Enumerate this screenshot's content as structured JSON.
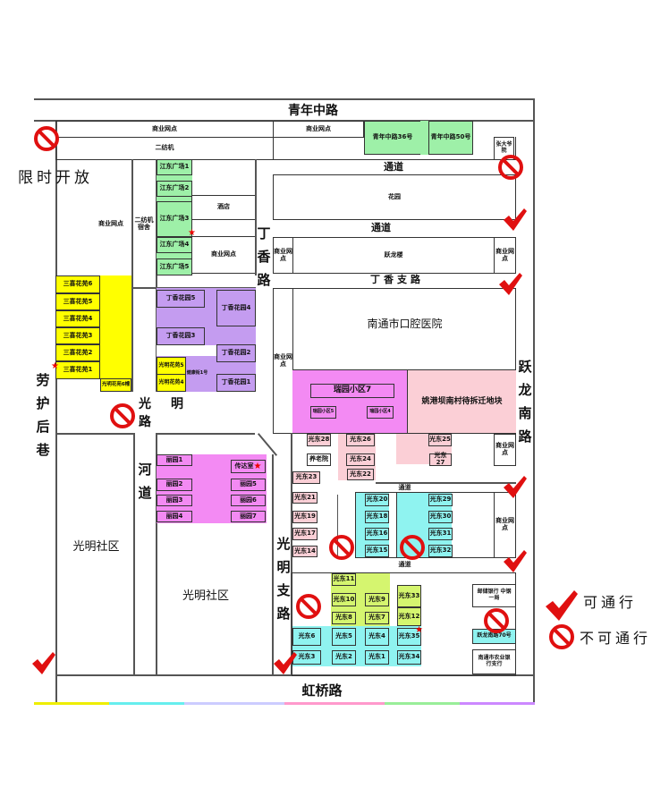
{
  "roads": {
    "north": "青年中路",
    "south": "虹桥路",
    "east": "跃龙南路",
    "west": "劳护后巷",
    "dingxiang": "丁香路",
    "dingxiang_branch": "丁香支路",
    "guangming": "光明路",
    "guangming_branch": "光明支路",
    "river": "河道",
    "passage": "通道"
  },
  "note_time_limited": "限时开放",
  "north_strip": {
    "shop1": "商业网点",
    "shop2": "商业网点",
    "erfangji": "二纺机",
    "qn36": "青年中路36号",
    "qn50": "青年中路50号",
    "zhangdaye": "张大爷院"
  },
  "northwest": {
    "shop": "商业网点",
    "dorm": "二纺机宿舍",
    "jd": [
      "江东广场1",
      "江东广场2",
      "江东广场3",
      "江东广场4",
      "江东广场5"
    ],
    "hotel": "酒店",
    "shop2": "商业网点"
  },
  "sanxi": [
    "三喜花苑6",
    "三喜花苑5",
    "三喜花苑4",
    "三喜花苑3",
    "三喜花苑2",
    "三喜花苑1"
  ],
  "gm6": "光明花苑6幢",
  "dingxiang_garden": [
    "丁香花园5",
    "丁香花园4",
    "丁香花园3",
    "丁香花园2",
    "丁香花园1"
  ],
  "gm5": "光明花苑5",
  "gm4": "光明花苑4",
  "jiankang": "健康街1号",
  "east": {
    "garden": "花园",
    "shop": "商业网点",
    "yuelong": "跃龙楼",
    "hospital": "南通市口腔医院",
    "ry7": "瑞园小区7",
    "ry5": "瑞园小区5",
    "ry4": "瑞园小区4",
    "demolish": "姚港坝南村待拆迁地块",
    "elder": "养老院"
  },
  "liyuan": [
    "丽园1",
    "丽园2",
    "丽园3",
    "丽园4",
    "丽园5",
    "丽园6",
    "丽园7"
  ],
  "guard": "传达室",
  "community": "光明社区",
  "guangdong": {
    "g28": "光东28",
    "g26": "光东26",
    "g25": "光东25",
    "g24": "光东24",
    "g27": "光东27",
    "g22": "光东22",
    "g23": "光东23",
    "g21": "光东21",
    "g19": "光东19",
    "g17": "光东17",
    "g14": "光东14",
    "g20": "光东20",
    "g18": "光东18",
    "g16": "光东16",
    "g15": "光东15",
    "g29": "光东29",
    "g30": "光东30",
    "g31": "光东31",
    "g32": "光东32",
    "g11": "光东11",
    "g10": "光东10",
    "g9": "光东9",
    "g8": "光东8",
    "g7": "光东7",
    "g33": "光东33",
    "g12": "光东12",
    "g6": "光东6",
    "g5": "光东5",
    "g4": "光东4",
    "g35": "光东35",
    "g3": "光东3",
    "g2": "光东2",
    "g1": "光东1",
    "g34": "光东34"
  },
  "banks": {
    "postal": "邮储银行 中钢一局",
    "yl70": "跃龙南路70号",
    "abc": "南通市农业银行支行"
  },
  "legend": {
    "pass": "可通行",
    "nopass": "不可通行"
  },
  "colors": {
    "no_entry": "#e01010",
    "check": "#e01010"
  }
}
